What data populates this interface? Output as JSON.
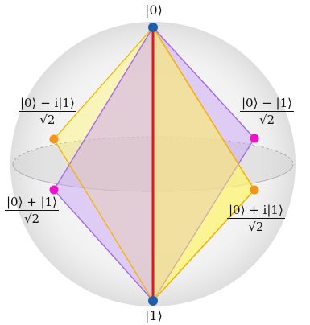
{
  "labels": {
    "zero": "|0⟩",
    "one": "|1⟩",
    "minus": {
      "num": "|0⟩ − |1⟩",
      "den": "√2"
    },
    "plus": {
      "num": "|0⟩ + |1⟩",
      "den": "√2"
    },
    "minus_i": {
      "num": "|0⟩ − i|1⟩",
      "den": "√2"
    },
    "plus_i": {
      "num": "|0⟩ + i|1⟩",
      "den": "√2"
    }
  },
  "colors": {
    "sphere": "#e9e9e9",
    "equator": "#dcdcdc",
    "yellow_plane": "#fff36a",
    "yellow_edge": "#f4b400",
    "purple_plane": "#c9a0f5",
    "purple_edge": "#a36ae6",
    "axis": "#dd1a1a",
    "pole_points": "#1f5fa8",
    "magenta_points": "#ee10cc",
    "orange_points": "#f6921e"
  }
}
